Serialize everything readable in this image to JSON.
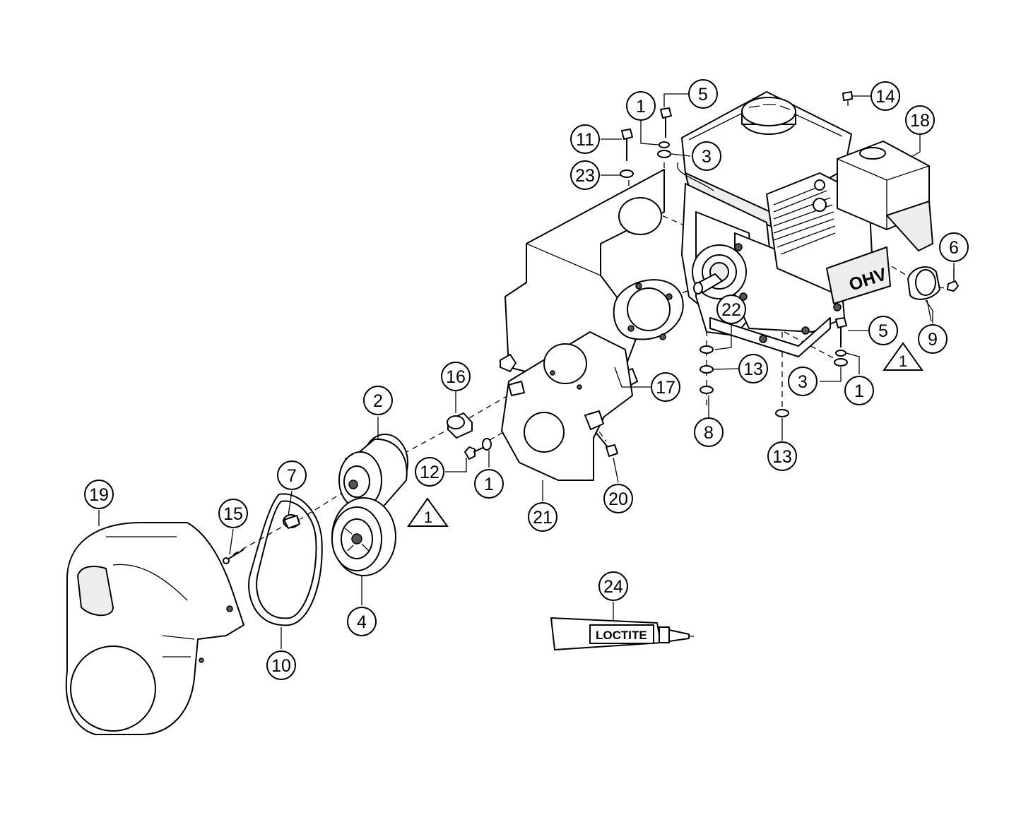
{
  "diagram": {
    "callouts": [
      {
        "id": "c1a",
        "label": "1"
      },
      {
        "id": "c5a",
        "label": "5"
      },
      {
        "id": "c14",
        "label": "14"
      },
      {
        "id": "c18",
        "label": "18"
      },
      {
        "id": "c11",
        "label": "11"
      },
      {
        "id": "c3a",
        "label": "3"
      },
      {
        "id": "c23",
        "label": "23"
      },
      {
        "id": "c6",
        "label": "6"
      },
      {
        "id": "c9",
        "label": "9"
      },
      {
        "id": "c22",
        "label": "22"
      },
      {
        "id": "c5b",
        "label": "5"
      },
      {
        "id": "c13a",
        "label": "13"
      },
      {
        "id": "c3b",
        "label": "3"
      },
      {
        "id": "c1b",
        "label": "1"
      },
      {
        "id": "c8",
        "label": "8"
      },
      {
        "id": "c13b",
        "label": "13"
      },
      {
        "id": "c16",
        "label": "16"
      },
      {
        "id": "c17",
        "label": "17"
      },
      {
        "id": "c2",
        "label": "2"
      },
      {
        "id": "c12",
        "label": "12"
      },
      {
        "id": "c1c",
        "label": "1"
      },
      {
        "id": "c20",
        "label": "20"
      },
      {
        "id": "c21",
        "label": "21"
      },
      {
        "id": "c7",
        "label": "7"
      },
      {
        "id": "c19",
        "label": "19"
      },
      {
        "id": "c15",
        "label": "15"
      },
      {
        "id": "c4",
        "label": "4"
      },
      {
        "id": "c10",
        "label": "10"
      },
      {
        "id": "c24",
        "label": "24"
      }
    ],
    "warnings": [
      {
        "id": "w1",
        "label": "1"
      },
      {
        "id": "w2",
        "label": "1"
      }
    ],
    "loctite_label": "LOCTITE",
    "engine_badge": "OHV"
  }
}
